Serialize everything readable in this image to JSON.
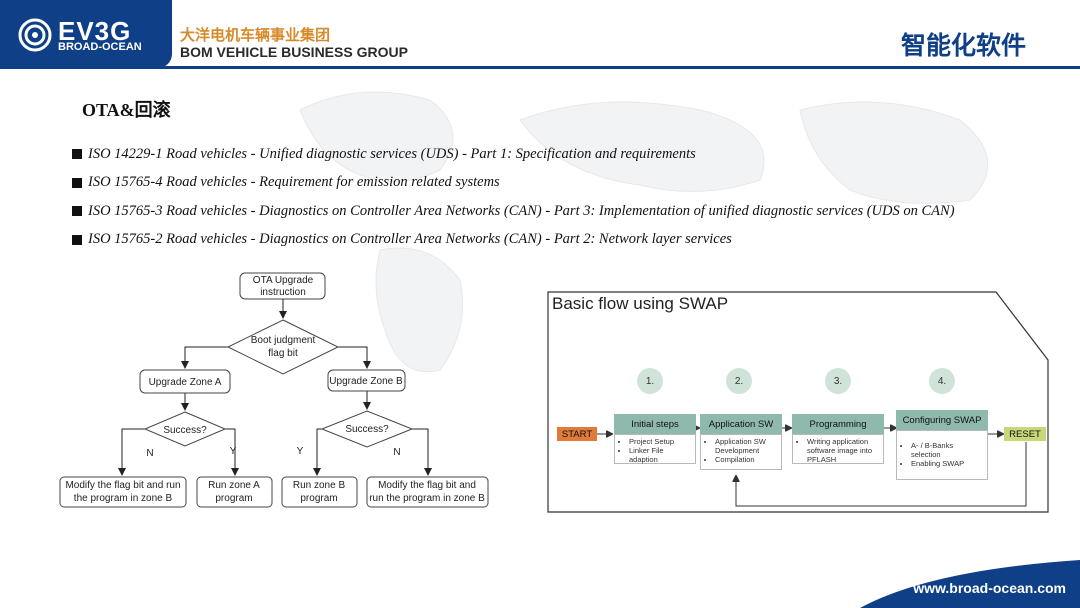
{
  "header": {
    "logo_text": "EV3G",
    "logo_sub": "BROAD-OCEAN",
    "company_cn": "大洋电机车辆事业集团",
    "company_en": "BOM VEHICLE BUSINESS GROUP",
    "title": "智能化软件"
  },
  "section": {
    "title": "OTA&回滚",
    "standards": [
      "ISO 14229-1 Road vehicles - Unified diagnostic services (UDS) - Part 1: Specification and requirements",
      "ISO 15765-4 Road vehicles - Requirement for emission related systems",
      "ISO 15765-3 Road vehicles  -  Diagnostics on Controller Area Networks (CAN) - Part 3: Implementation of unified diagnostic services (UDS on CAN)",
      "ISO 15765-2 Road vehicles - Diagnostics on Controller Area Networks (CAN) - Part 2: Network layer services"
    ]
  },
  "flowchart": {
    "start_l1": "OTA Upgrade",
    "start_l2": "instruction",
    "boot_l1": "Boot judgment",
    "boot_l2": "flag bit",
    "zone_a": "Upgrade Zone A",
    "zone_b": "Upgrade Zone B",
    "success_a": "Success?",
    "success_b": "Success?",
    "n_a": "N",
    "y_a": "Y",
    "y_b": "Y",
    "n_b": "N",
    "mod_b_l1": "Modify the flag bit and run",
    "mod_b_l2": "the program in zone B",
    "run_a_l1": "Run zone A",
    "run_a_l2": "program",
    "run_b_l1": "Run zone B",
    "run_b_l2": "program",
    "mod_a_l1": "Modify the flag bit and",
    "mod_a_l2": "run the program in zone B"
  },
  "swap": {
    "title": "Basic flow using SWAP",
    "start": "START",
    "reset": "RESET",
    "steps": [
      {
        "num": "1.",
        "head": "Initial steps",
        "items": [
          "Project Setup",
          "Linker File adaption"
        ]
      },
      {
        "num": "2.",
        "head": "Application SW",
        "items": [
          "Application SW Development",
          "Compilation"
        ]
      },
      {
        "num": "3.",
        "head": "Programming",
        "items": [
          "Writing application software image into PFLASH"
        ]
      },
      {
        "num": "4.",
        "head": "Configuring SWAP",
        "items": [
          "A- / B-Banks selection",
          "Enabling SWAP"
        ]
      }
    ]
  },
  "footer": {
    "url": "www.broad-ocean.com"
  },
  "colors": {
    "brand_blue": "#0f3f86",
    "accent_orange": "#d68a2a",
    "step_green": "#8fb9ad",
    "start_orange": "#e07b39",
    "reset_green": "#c9d77a"
  }
}
